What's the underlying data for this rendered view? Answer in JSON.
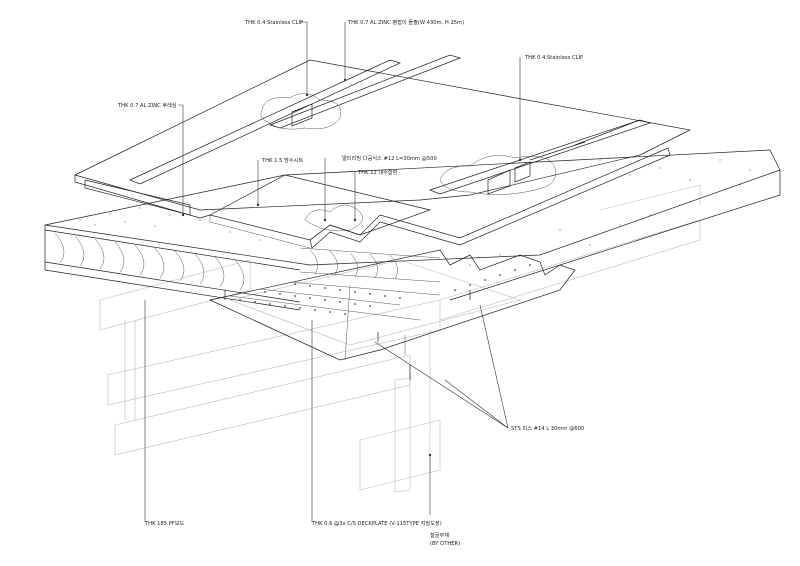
{
  "labels": {
    "stainless_clip_top": "THK 0.4 Stainless CLIP",
    "zinc_joint": "THK 0.7 AL ZINC 평접이 돌출(W 430m, H 25m)",
    "stainless_clip_right": "THK 0.4 Stainless CLIP",
    "zinc_flashing": "THK 0.7 AL ZINC 후레싱",
    "aspha_sheet": "THK 1.5 방수시트",
    "screw": "멀티리빙 다공식스 #12 L=30mm @500",
    "plywood": "THK 12 내수합판",
    "sts_screw": "STS 피스 #14 L 30mm @600",
    "pf_board": "THK 185 PF보드",
    "deckplate": "THK 0.6 @3x C/S DECKPLATE (V-115TYPE 지정도장)",
    "steel_beam": "철골부재",
    "by_other": "(BY OTHER)"
  }
}
